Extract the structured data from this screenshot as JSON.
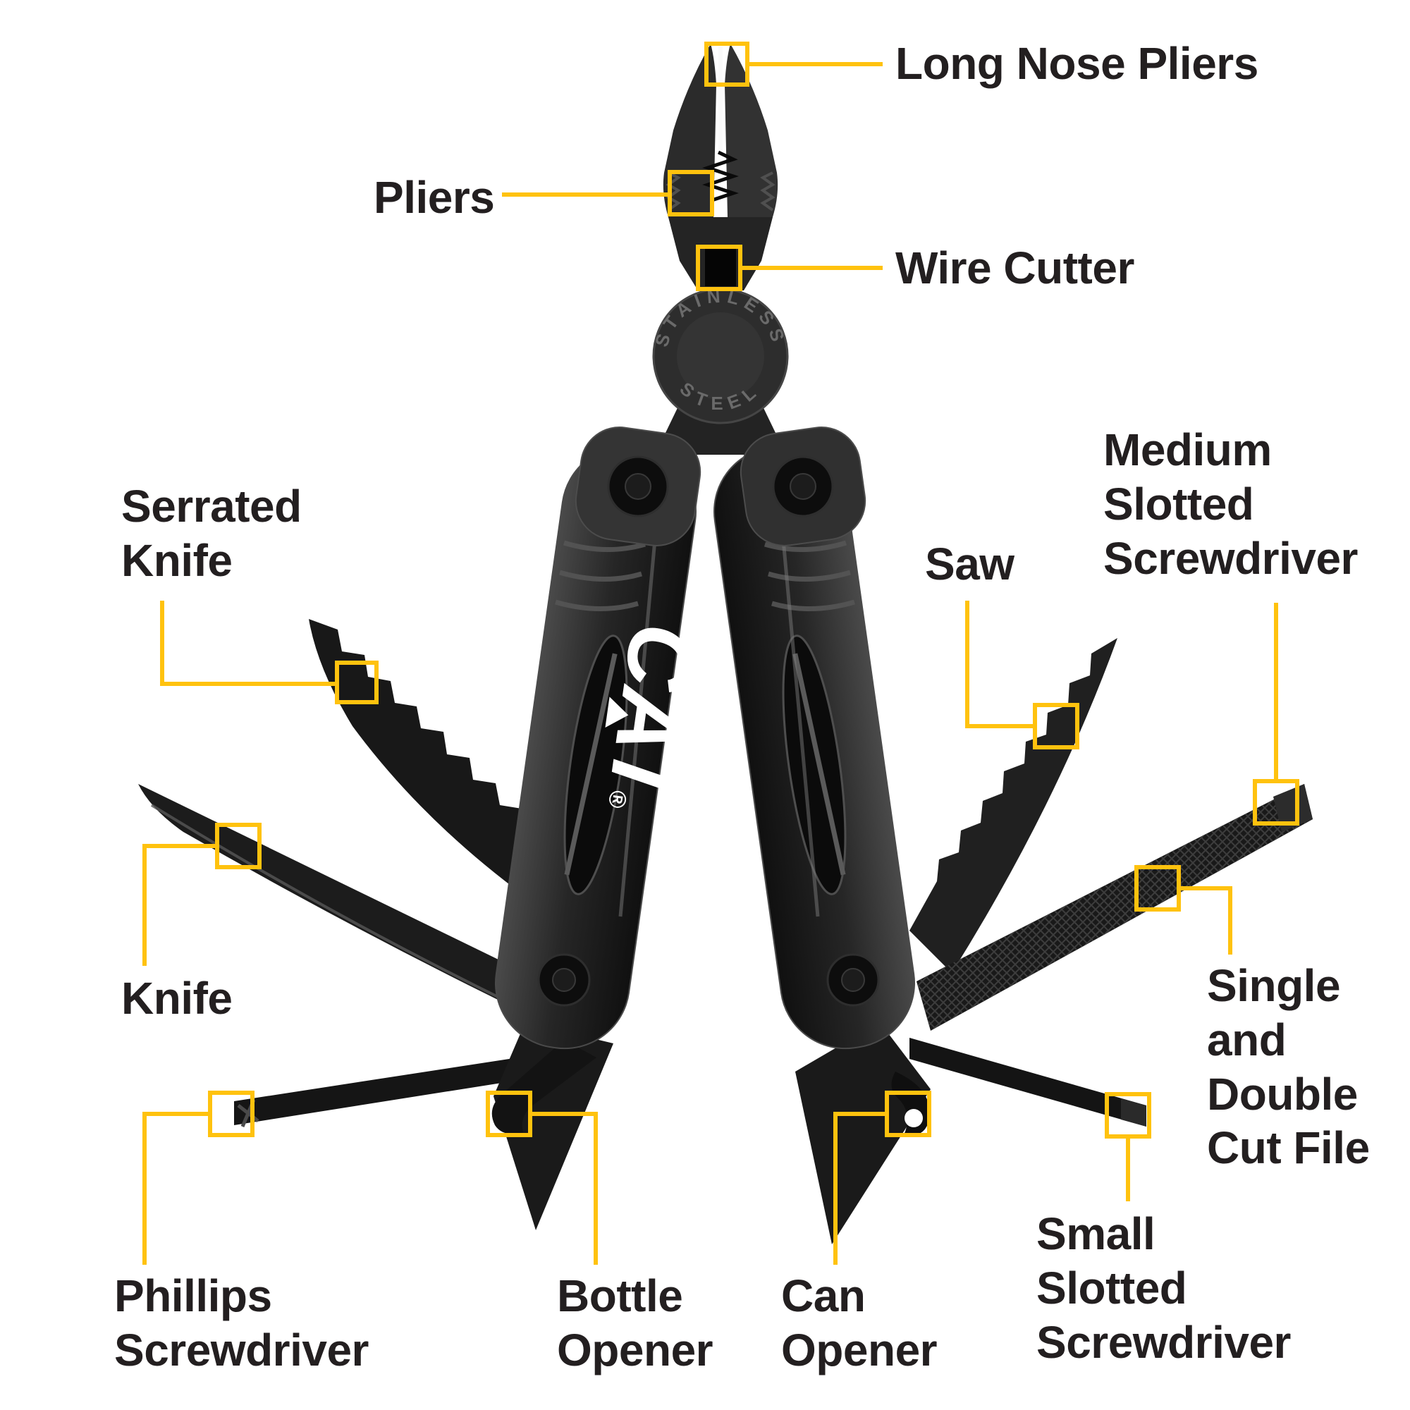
{
  "diagram": {
    "labels": {
      "long_nose_pliers": "Long Nose Pliers",
      "pliers": "Pliers",
      "wire_cutter": "Wire Cutter",
      "serrated_knife": "Serrated\nKnife",
      "saw": "Saw",
      "medium_slotted_screwdriver": "Medium\nSlotted\nScrewdriver",
      "knife": "Knife",
      "phillips_screwdriver": "Phillips\nScrewdriver",
      "bottle_opener": "Bottle\nOpener",
      "can_opener": "Can\nOpener",
      "small_slotted_screwdriver": "Small\nSlotted\nScrewdriver",
      "file": "Single\nand\nDouble\nCut File"
    },
    "tool": {
      "brand": "CAT",
      "registered": "®",
      "pivot_top": "STAINLESS",
      "pivot_bottom": "STEEL"
    },
    "colors": {
      "accent": "#FFC20E",
      "text": "#231F20",
      "background": "#FFFFFF"
    }
  }
}
